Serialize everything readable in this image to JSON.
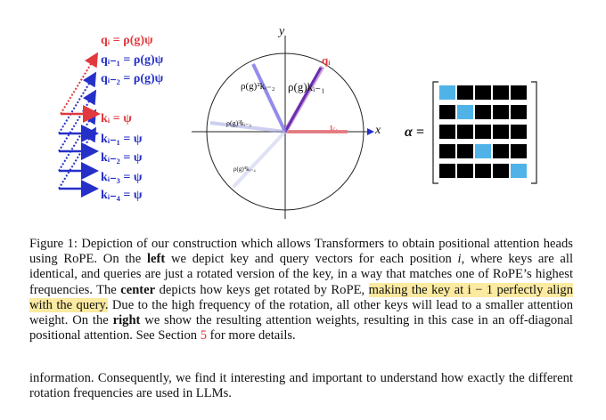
{
  "figure": {
    "left_labels": {
      "q_i": "qᵢ = ρ(g)ψ",
      "q_i1": "qᵢ₋₁ = ρ(g)ψ",
      "q_i2": "qᵢ₋₂ = ρ(g)ψ",
      "k_i": "kᵢ = ψ",
      "k_i1": "kᵢ₋₁ = ψ",
      "k_i2": "kᵢ₋₂ = ψ",
      "k_i3": "kᵢ₋₃ = ψ",
      "k_i4": "kᵢ₋₄ = ψ"
    },
    "center_labels": {
      "y_axis": "y",
      "x_axis": "x",
      "q_i": "qᵢ",
      "k_i": "kᵢ",
      "rk_i1": "ρ(g)kᵢ₋₁",
      "r2k_i2": "ρ(g)²kᵢ₋₂",
      "r3k_i3": "ρ(g)³kᵢ₋₃",
      "r4k_i4": "ρ(g)⁴kᵢ₋₄"
    },
    "alpha_label": "α =",
    "matrix": [
      [
        1,
        0,
        0,
        0,
        0
      ],
      [
        0,
        1,
        0,
        0,
        0
      ],
      [
        0,
        0,
        0,
        0,
        0
      ],
      [
        0,
        0,
        1,
        0,
        0
      ],
      [
        0,
        0,
        0,
        0,
        1
      ]
    ],
    "colors": {
      "query": "#e0393e",
      "key": "#2530c8",
      "matrix_on": "#4fb3e8",
      "matrix_off": "#000000"
    }
  },
  "caption": {
    "p1": "Figure 1: Depiction of our construction which allows Transformers to obtain positional attention heads using RoPE. On the ",
    "left_bold": "left",
    "p2": " we depict key and query vectors for each position ",
    "p2_var": "i",
    "p3": ", where keys are all identical, and queries are just a rotated version of the key, in a way that matches one of RoPE’s highest frequencies. The ",
    "center_bold": "center",
    "p4": " depicts how keys get rotated by RoPE, ",
    "highlight": "making the key at i − 1 perfectly align with the query.",
    "p5": " Due to the high frequency of the rotation, all other keys will lead to a smaller attention weight. On the ",
    "right_bold": "right",
    "p6": " we show the resulting attention weights, resulting in this case in an off-diagonal positional attention. See Section ",
    "section_link": "5",
    "p7": " for more details."
  },
  "body_text": "information. Consequently, we find it interesting and important to understand how exactly the different rotation frequencies are used in LLMs."
}
